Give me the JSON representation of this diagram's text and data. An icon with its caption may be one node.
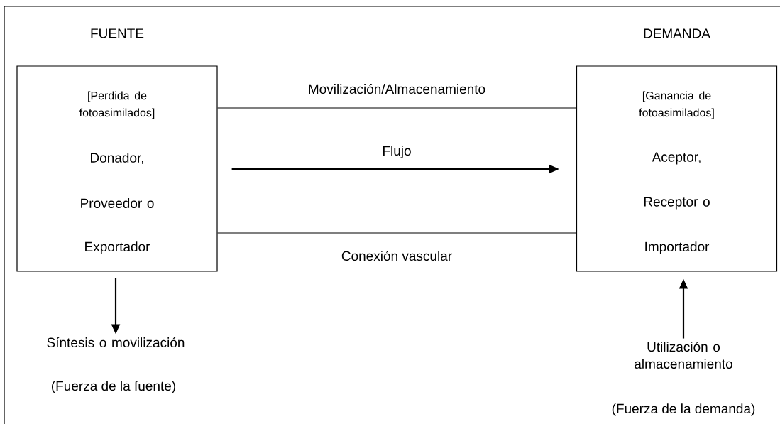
{
  "diagram": {
    "nodes": [
      {
        "text": [
          "FUENTE",
          "[Perdida de fotoasimilados]",
          "Donador,",
          "Proveedor o",
          "Exportador"
        ]
      },
      {
        "text": [
          "DEMANDA",
          "[Ganancia de fotoasimilados]",
          "Aceptor,",
          "Receptor o",
          "Importador"
        ]
      },
      {
        "text": [
          "Síntesis o movilización"
        ],
        "beside": [
          "(Fuerza de la fuente)"
        ]
      },
      {
        "text": [
          "Utilización o almacenamiento"
        ],
        "beside": [
          "(Fuerza de la demanda)"
        ]
      }
    ],
    "edges": [
      {
        "from": 0,
        "to": 1,
        "arrow": "none",
        "label": "Movilización/Almacenamiento"
      },
      {
        "from": 0,
        "to": 1,
        "arrow": "to",
        "label": "Flujo"
      },
      {
        "from": 0,
        "to": 1,
        "arrow": "none",
        "label": "Conexión vascular"
      },
      {
        "from": 0,
        "to": 2,
        "arrow": "to"
      },
      {
        "from": 3,
        "to": 1,
        "arrow": "to"
      }
    ]
  }
}
